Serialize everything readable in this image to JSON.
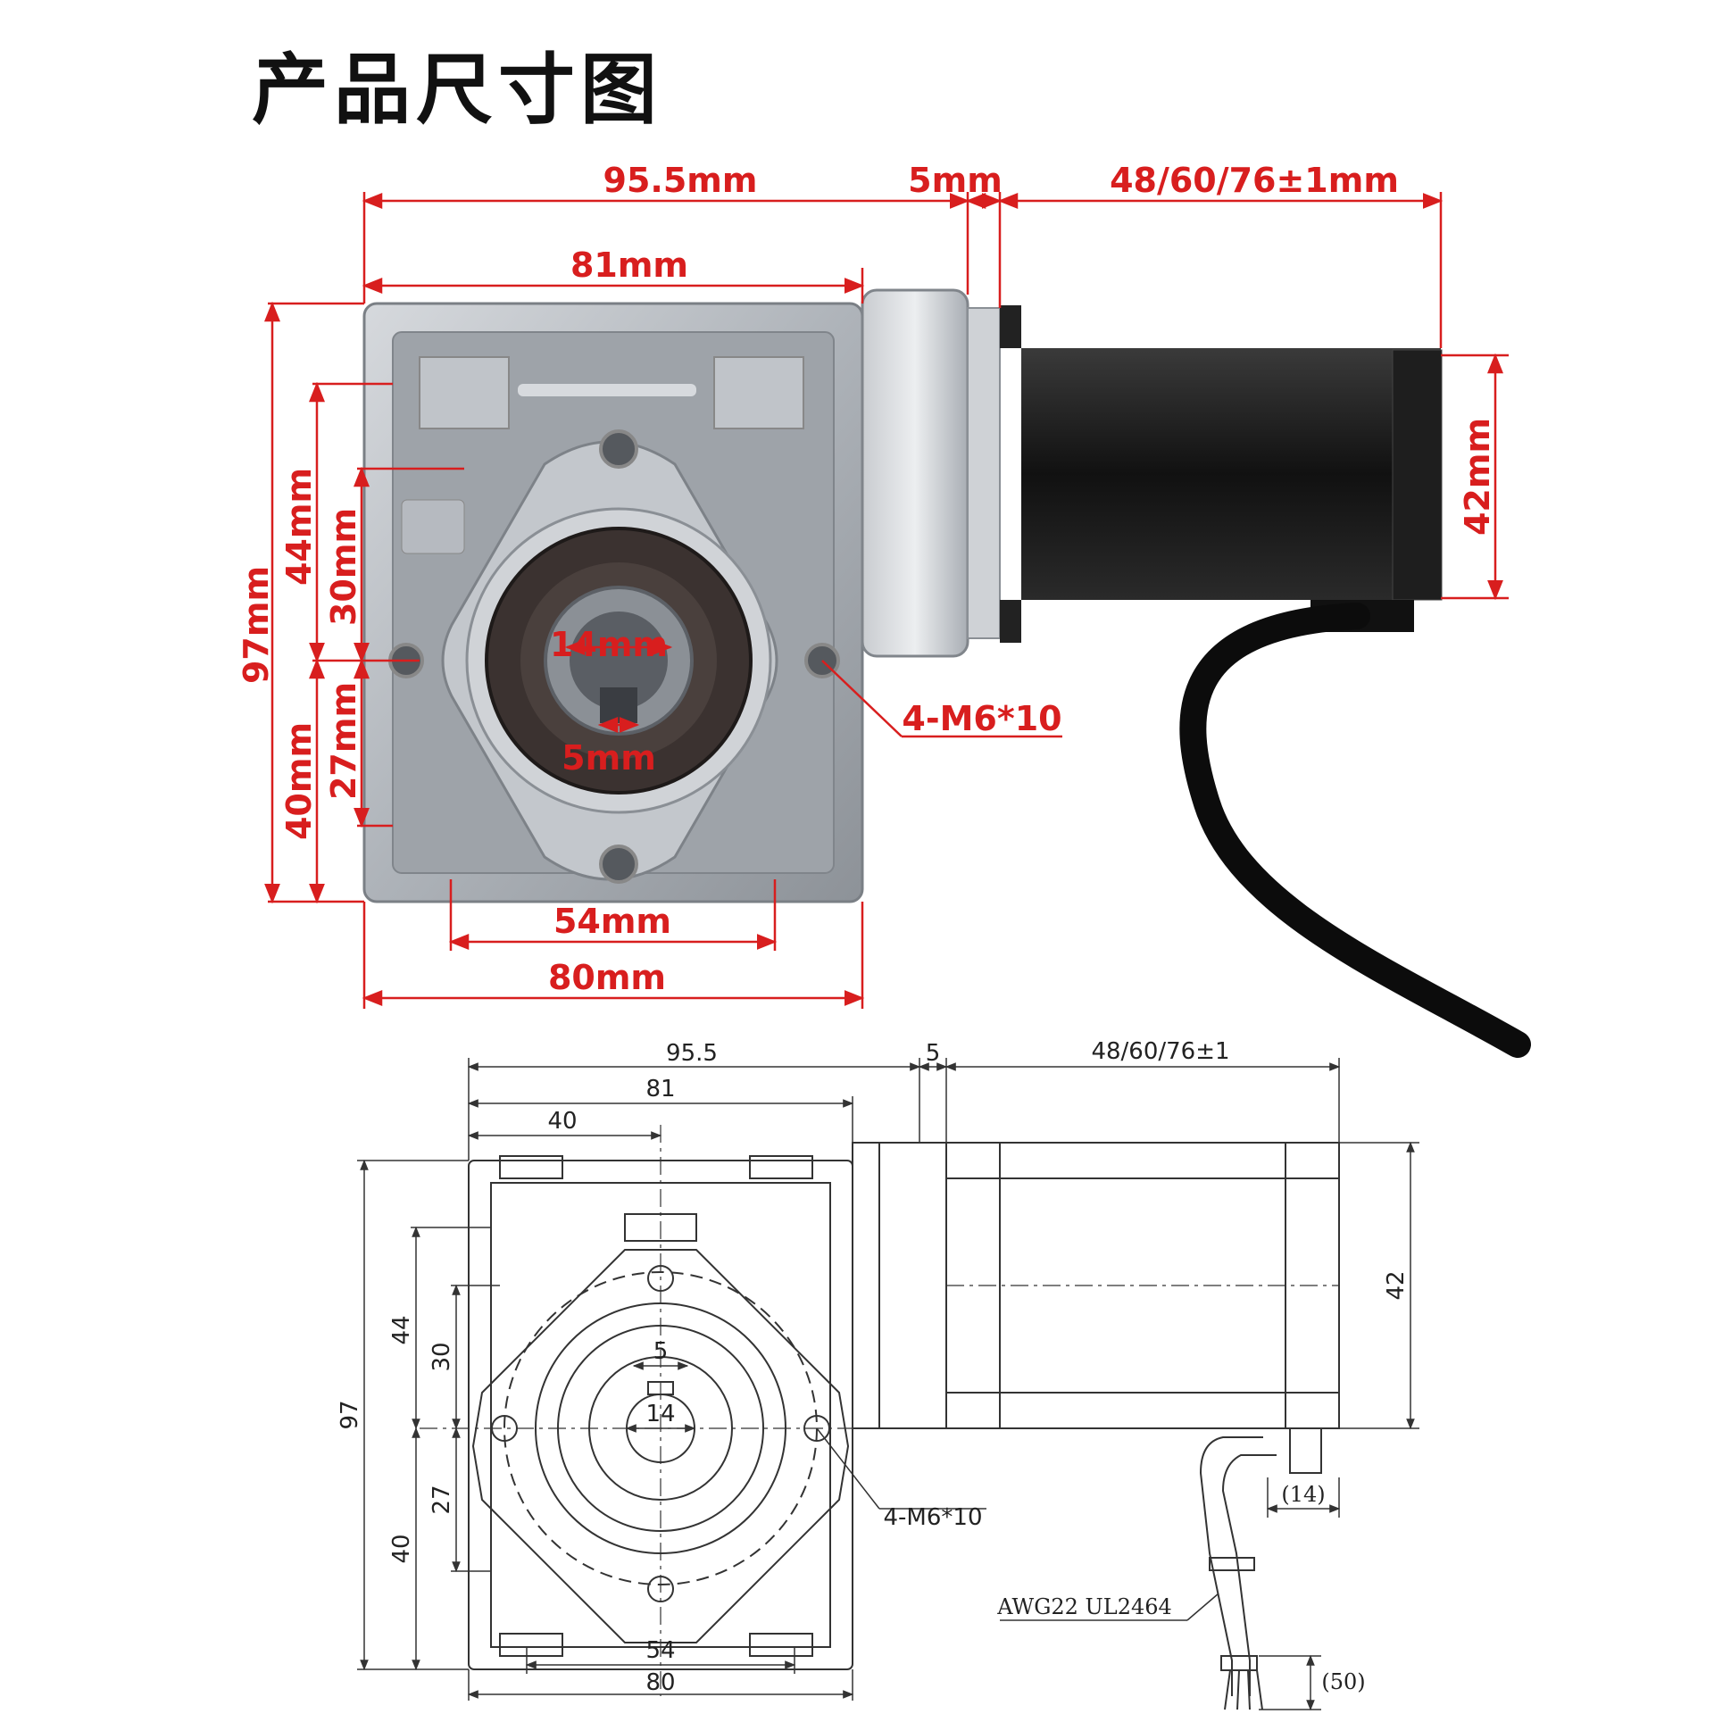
{
  "title": "产品尺寸图",
  "colors": {
    "dim_red": "#d81e1e",
    "housing": "#b8bcc2",
    "motor": "#1a1a1a"
  },
  "photo": {
    "total_length": "95.5mm",
    "flange": "5mm",
    "motor_length": "48/60/76±1mm",
    "width_top": "81mm",
    "height_97": "97mm",
    "h44": "44mm",
    "h30": "30mm",
    "h27": "27mm",
    "h40": "40mm",
    "bore": "14mm",
    "key": "5mm",
    "holes": "4-M6*10",
    "motor_42": "42mm",
    "base_54": "54mm",
    "base_80": "80mm"
  },
  "drawing": {
    "total_length": "95.5",
    "flange": "5",
    "motor_length": "48/60/76±1",
    "width_81": "81",
    "width_40": "40",
    "h97": "97",
    "h44": "44",
    "h30": "30",
    "h27": "27",
    "h40": "40",
    "key": "5",
    "bore": "14",
    "holes": "4-M6*10",
    "motor_42": "42",
    "cable_14": "(14)",
    "cable_spec": "AWG22 UL2464",
    "lead_50": "(50)",
    "base_54": "54",
    "base_80": "80"
  }
}
